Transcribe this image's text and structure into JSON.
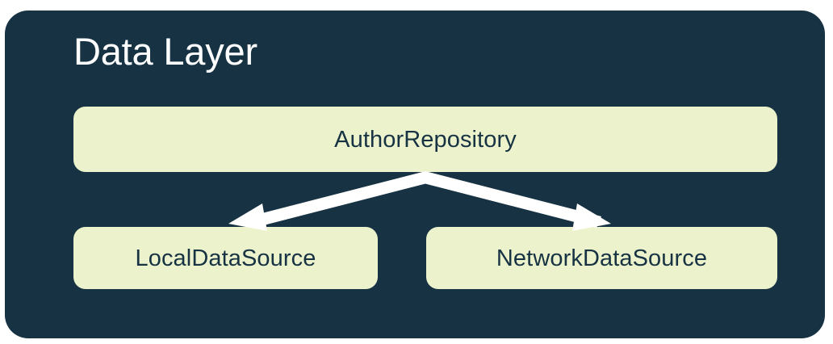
{
  "diagram": {
    "type": "architecture-layer-diagram",
    "title": "Data Layer",
    "container_color": "#173343",
    "node_color": "#ECF2CC",
    "node_text_color": "#173343",
    "title_color": "#FFFFFF",
    "arrow_color": "#FFFFFF",
    "nodes": [
      {
        "id": "repository",
        "label": "AuthorRepository",
        "role": "repository",
        "row": 1
      },
      {
        "id": "local",
        "label": "LocalDataSource",
        "role": "data-source",
        "row": 2
      },
      {
        "id": "network",
        "label": "NetworkDataSource",
        "role": "data-source",
        "row": 2
      }
    ],
    "edges": [
      {
        "from": "repository",
        "to": "local",
        "style": "solid-arrow",
        "direction": "down-left"
      },
      {
        "from": "repository",
        "to": "network",
        "style": "solid-arrow",
        "direction": "down-right"
      }
    ]
  }
}
